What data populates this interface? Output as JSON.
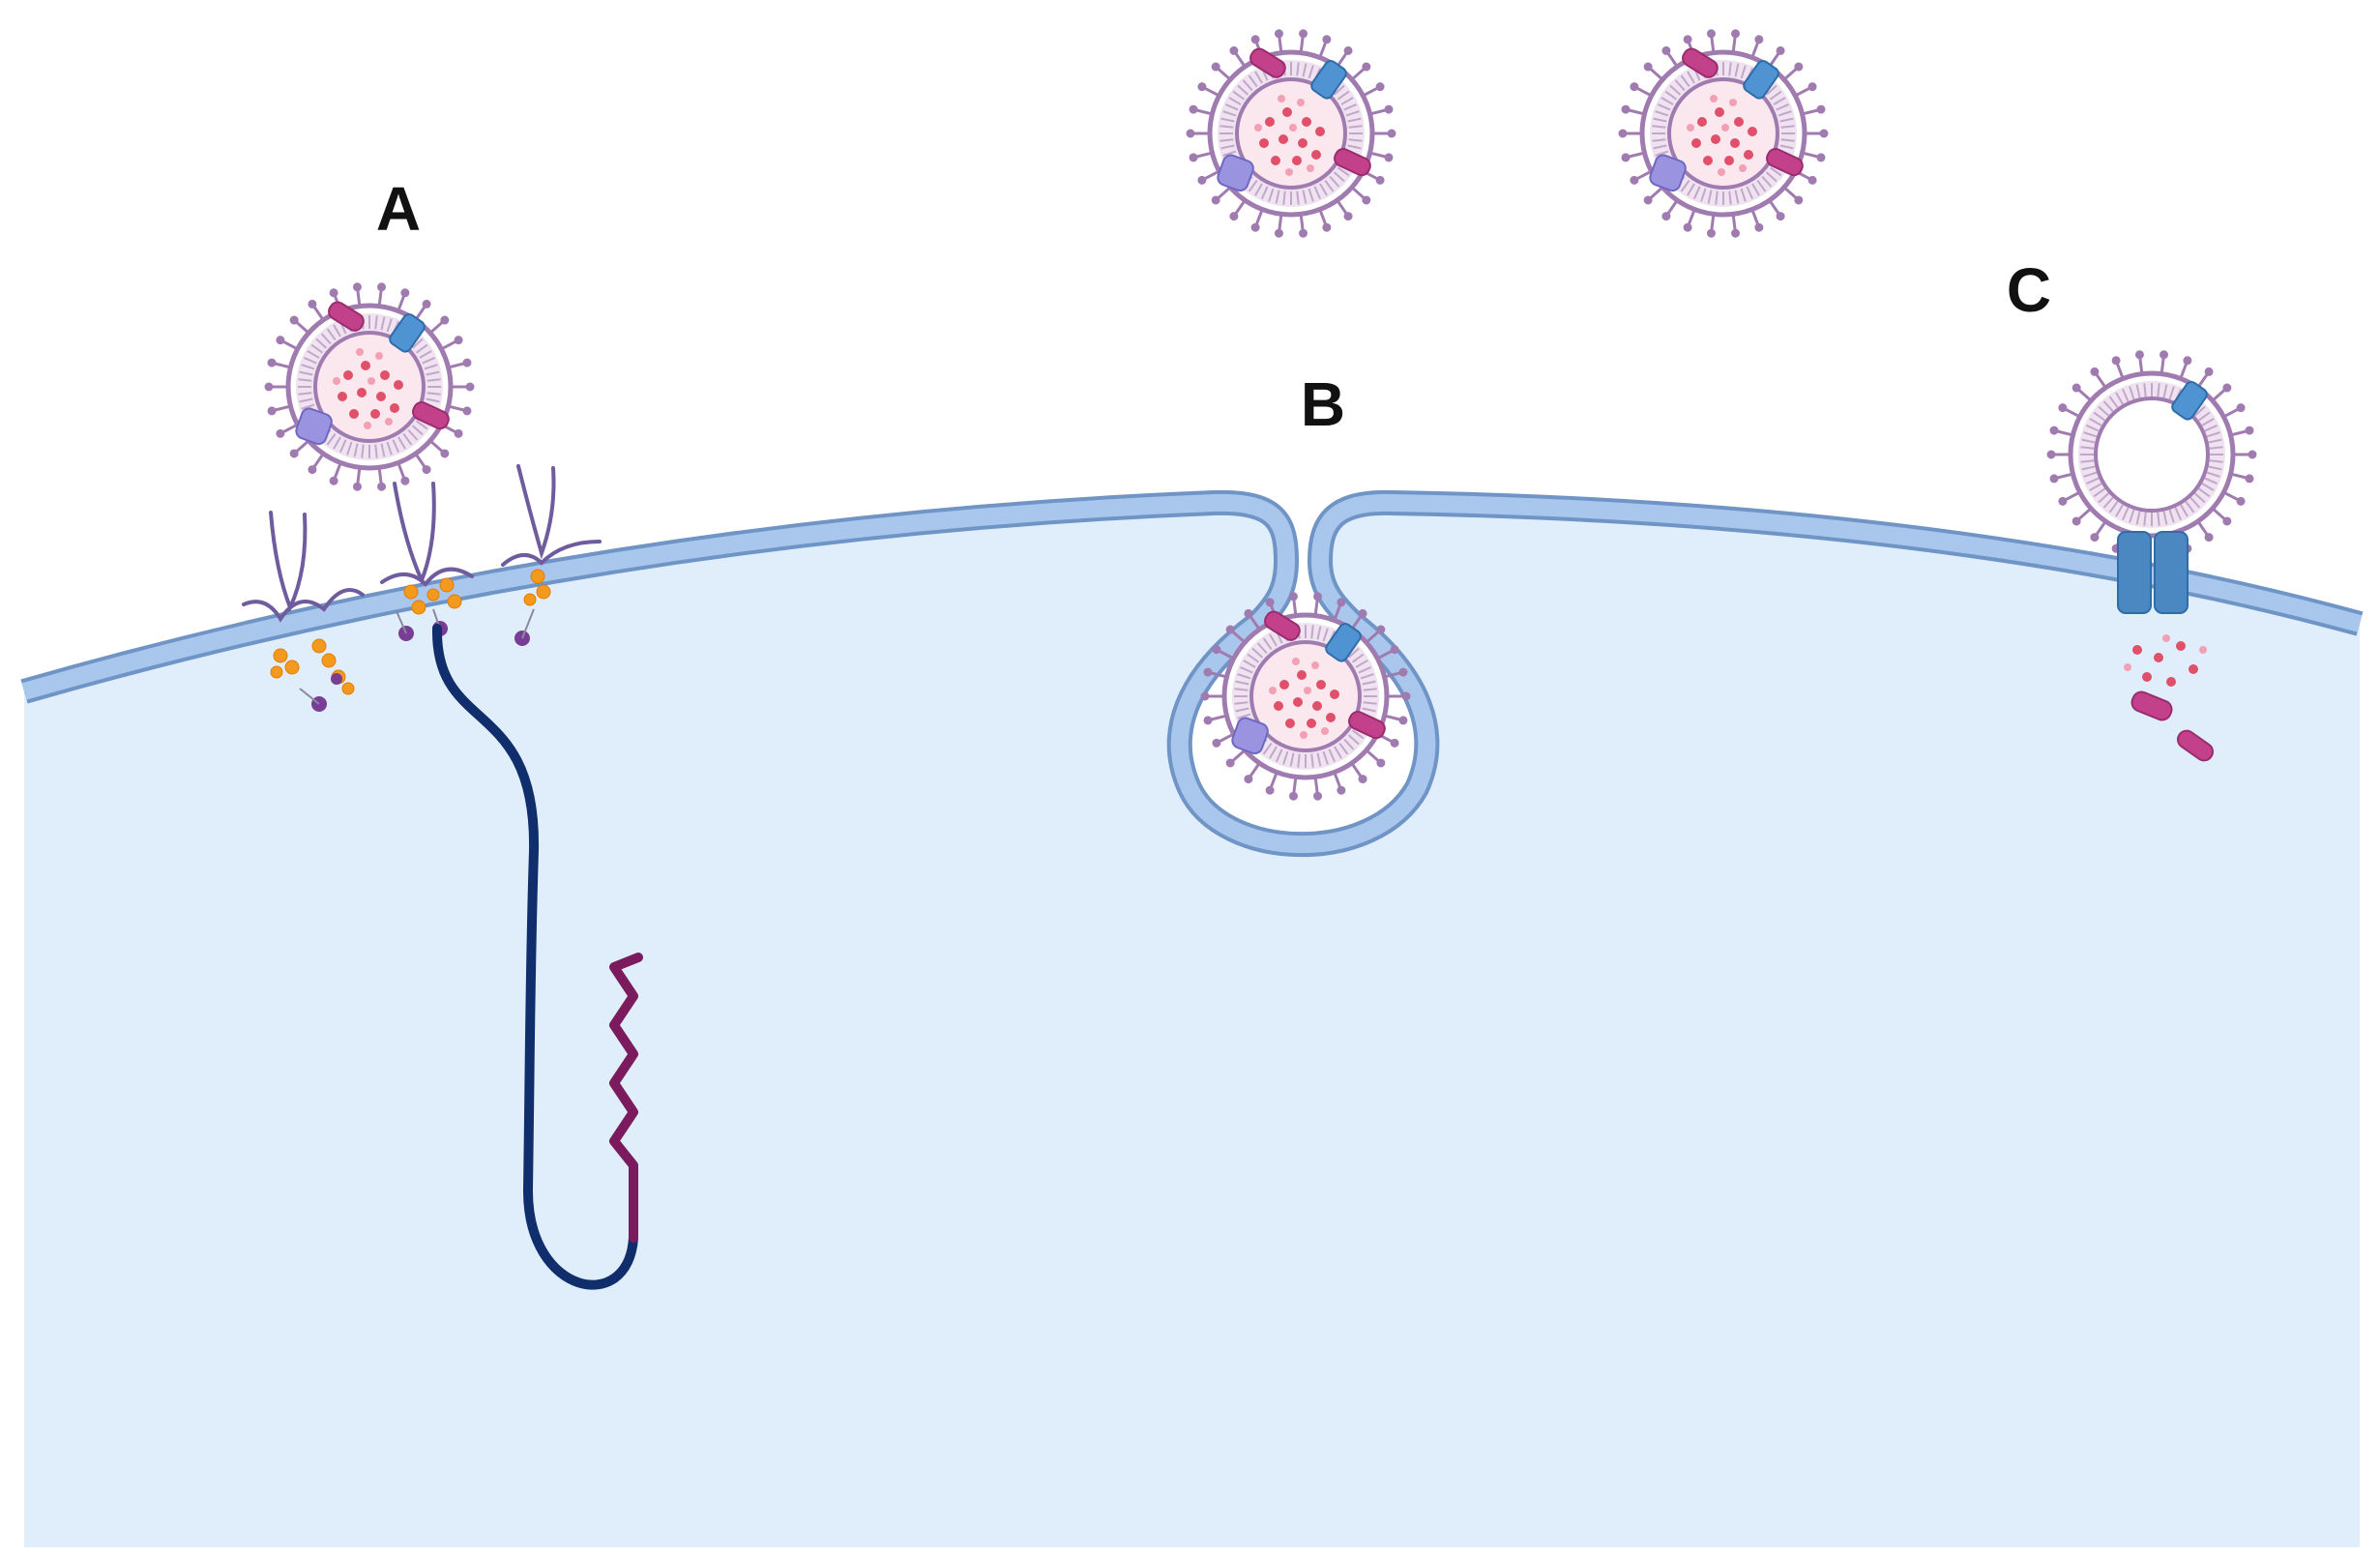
{
  "labels": {
    "a": "A",
    "b": "B",
    "c": "C"
  },
  "colors": {
    "background": "#ffffff",
    "cytoplasm": "#e0eefc",
    "membrane_fill": "#a9c6ec",
    "membrane_stroke": "#6f94c6",
    "vesicle_lipid": "#a07bb0",
    "vesicle_lumen": "#fbe8ef",
    "cargo_dot": "#e0506a",
    "cargo_dot_light": "#f2a0b4",
    "protein_magenta": "#c2418a",
    "protein_blue": "#4f93d2",
    "protein_lavender": "#9a93e0",
    "receptor_purple": "#6e5c9e",
    "glycan_orange": "#f39a1e",
    "glycan_violet": "#7a3d96",
    "mrna_navy": "#102e6b",
    "mrna_tail": "#7b1b5e",
    "fusion_pore": "#4b87c0"
  },
  "icons": {
    "vesicle": "extracellular-vesicle-icon",
    "receptor": "receptor-icon",
    "rna": "mrna-strand-icon",
    "pore": "fusion-pore-icon"
  }
}
